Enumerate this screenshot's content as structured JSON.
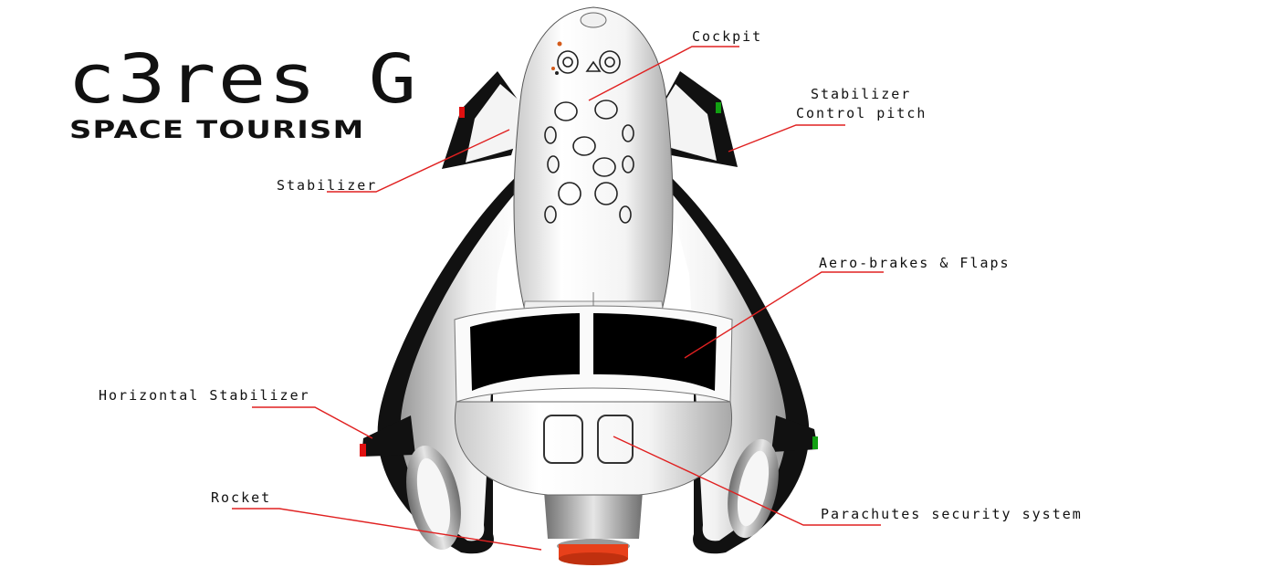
{
  "logo": {
    "title": "c3res G",
    "subtitle": "SPACE TOURISM"
  },
  "labels": {
    "cockpit": "Cockpit",
    "stabilizer_control_1": "Stabilizer",
    "stabilizer_control_2": "Control pitch",
    "stabilizer": "Stabilizer",
    "aero_brakes": "Aero-brakes & Flaps",
    "horizontal_stabilizer": "Horizontal Stabilizer",
    "rocket": "Rocket",
    "parachutes": "Parachutes security system"
  },
  "colors": {
    "leader_line": "#e02020",
    "nav_light_left": "#e01010",
    "nav_light_right": "#12a012",
    "rocket_nozzle": "#e8401a"
  }
}
